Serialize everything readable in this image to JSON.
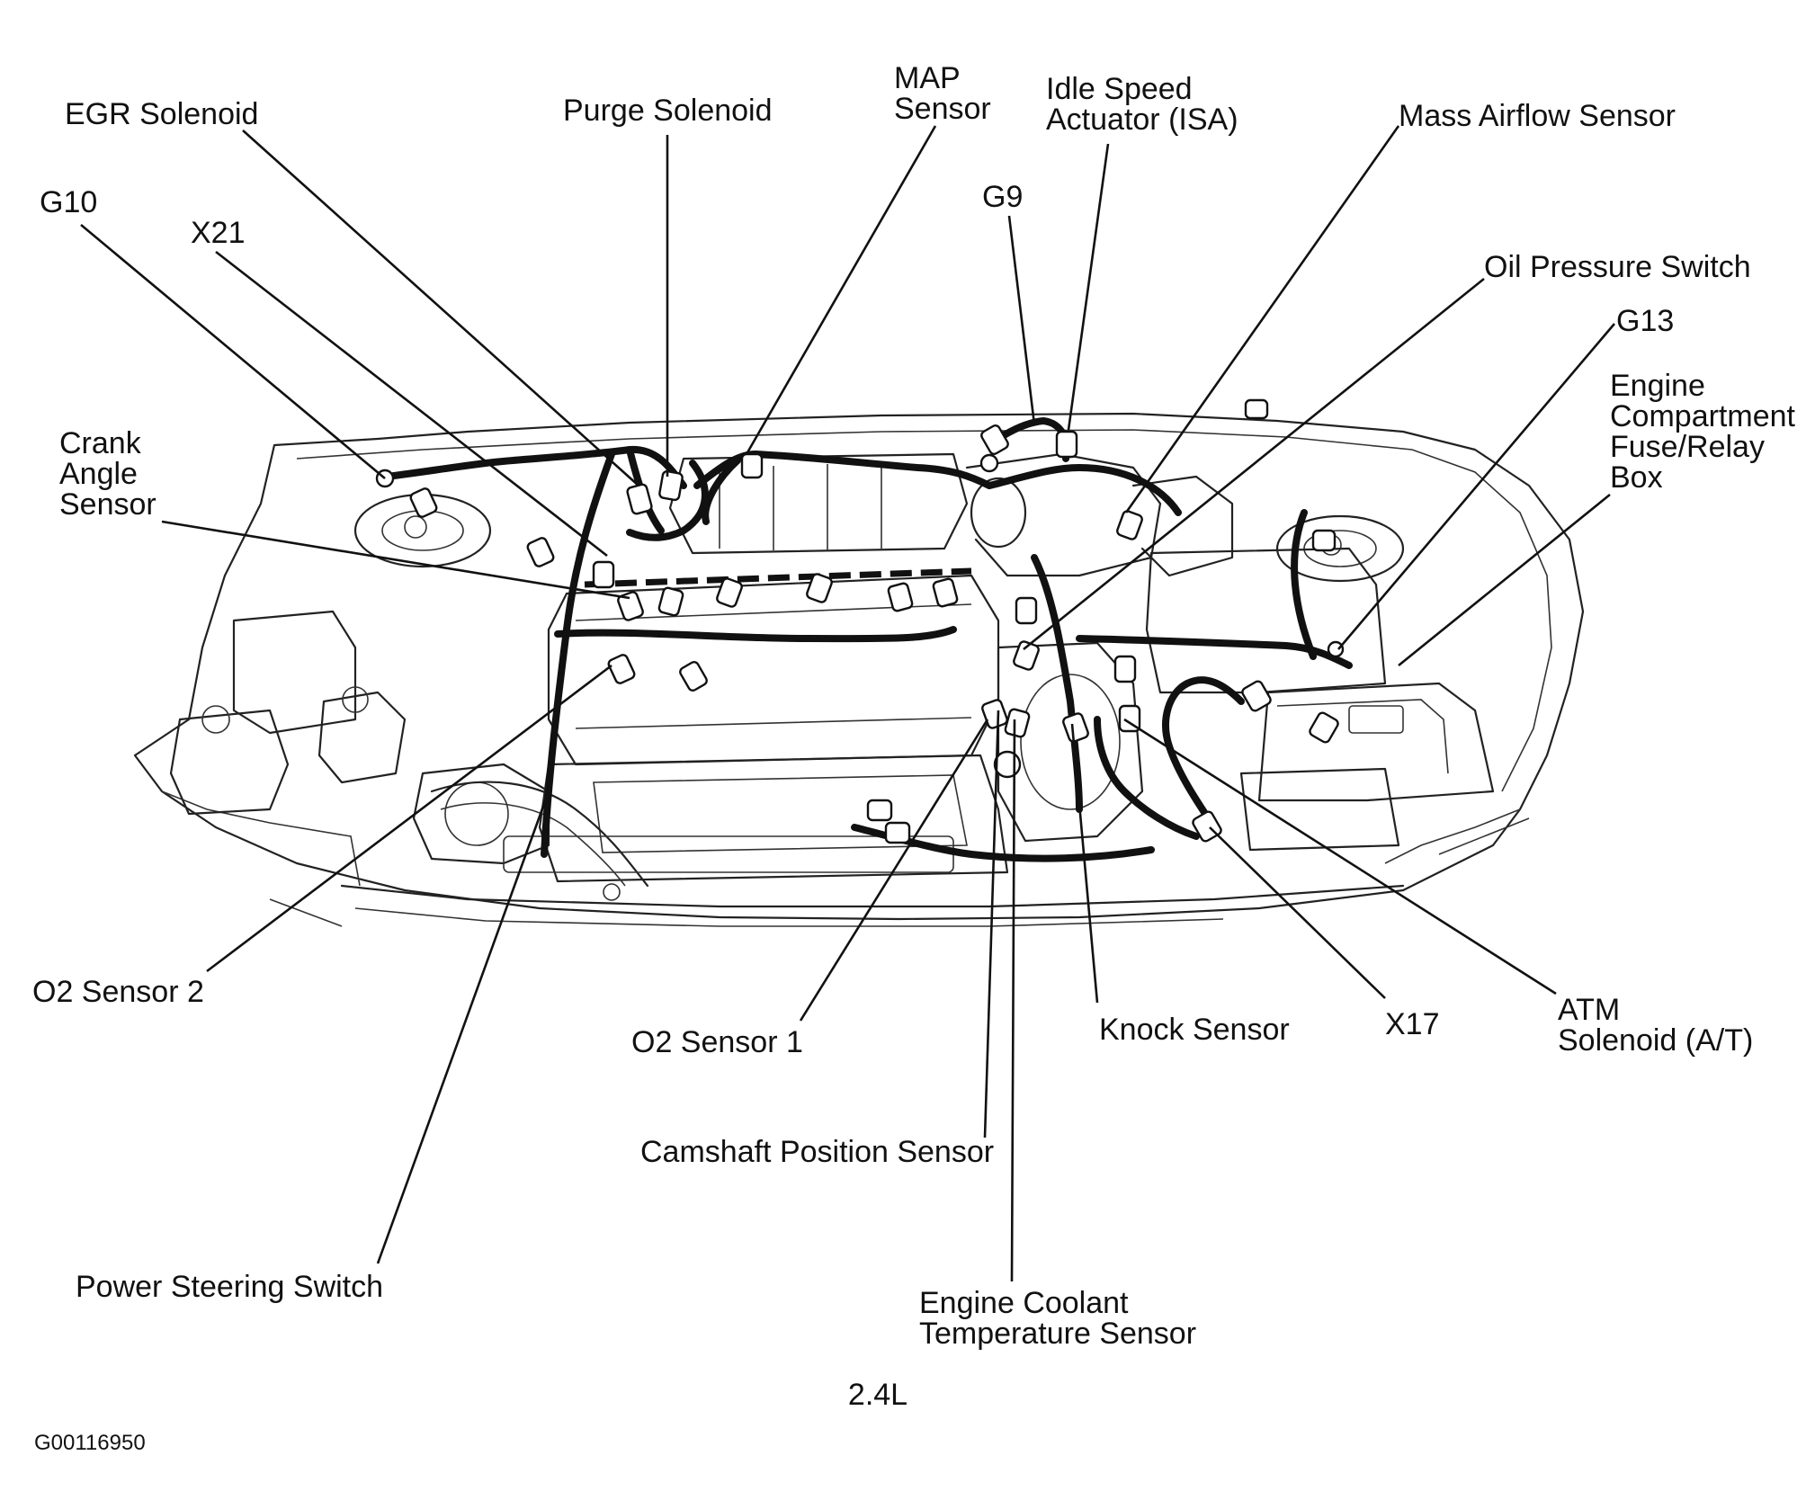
{
  "labels": {
    "egr_solenoid": "EGR Solenoid",
    "purge_solenoid": "Purge Solenoid",
    "map_sensor": [
      "MAP",
      "Sensor"
    ],
    "isa": [
      "Idle Speed",
      "Actuator (ISA)"
    ],
    "mass_airflow": "Mass Airflow Sensor",
    "g10": "G10",
    "x21": "X21",
    "g9": "G9",
    "oil_pressure": "Oil Pressure Switch",
    "g13": "G13",
    "fuse_box": [
      "Engine",
      "Compartment",
      "Fuse/Relay",
      "Box"
    ],
    "crank_angle": [
      "Crank",
      "Angle",
      "Sensor"
    ],
    "o2_sensor_2": "O2 Sensor 2",
    "o2_sensor_1": "O2 Sensor 1",
    "knock_sensor": "Knock Sensor",
    "x17": "X17",
    "atm_solenoid": [
      "ATM",
      "Solenoid (A/T)"
    ],
    "camshaft": "Camshaft Position Sensor",
    "power_steering": "Power Steering Switch",
    "coolant_temp": [
      "Engine Coolant",
      "Temperature Sensor"
    ]
  },
  "caption": "2.4L",
  "figure_id": "G00116950"
}
